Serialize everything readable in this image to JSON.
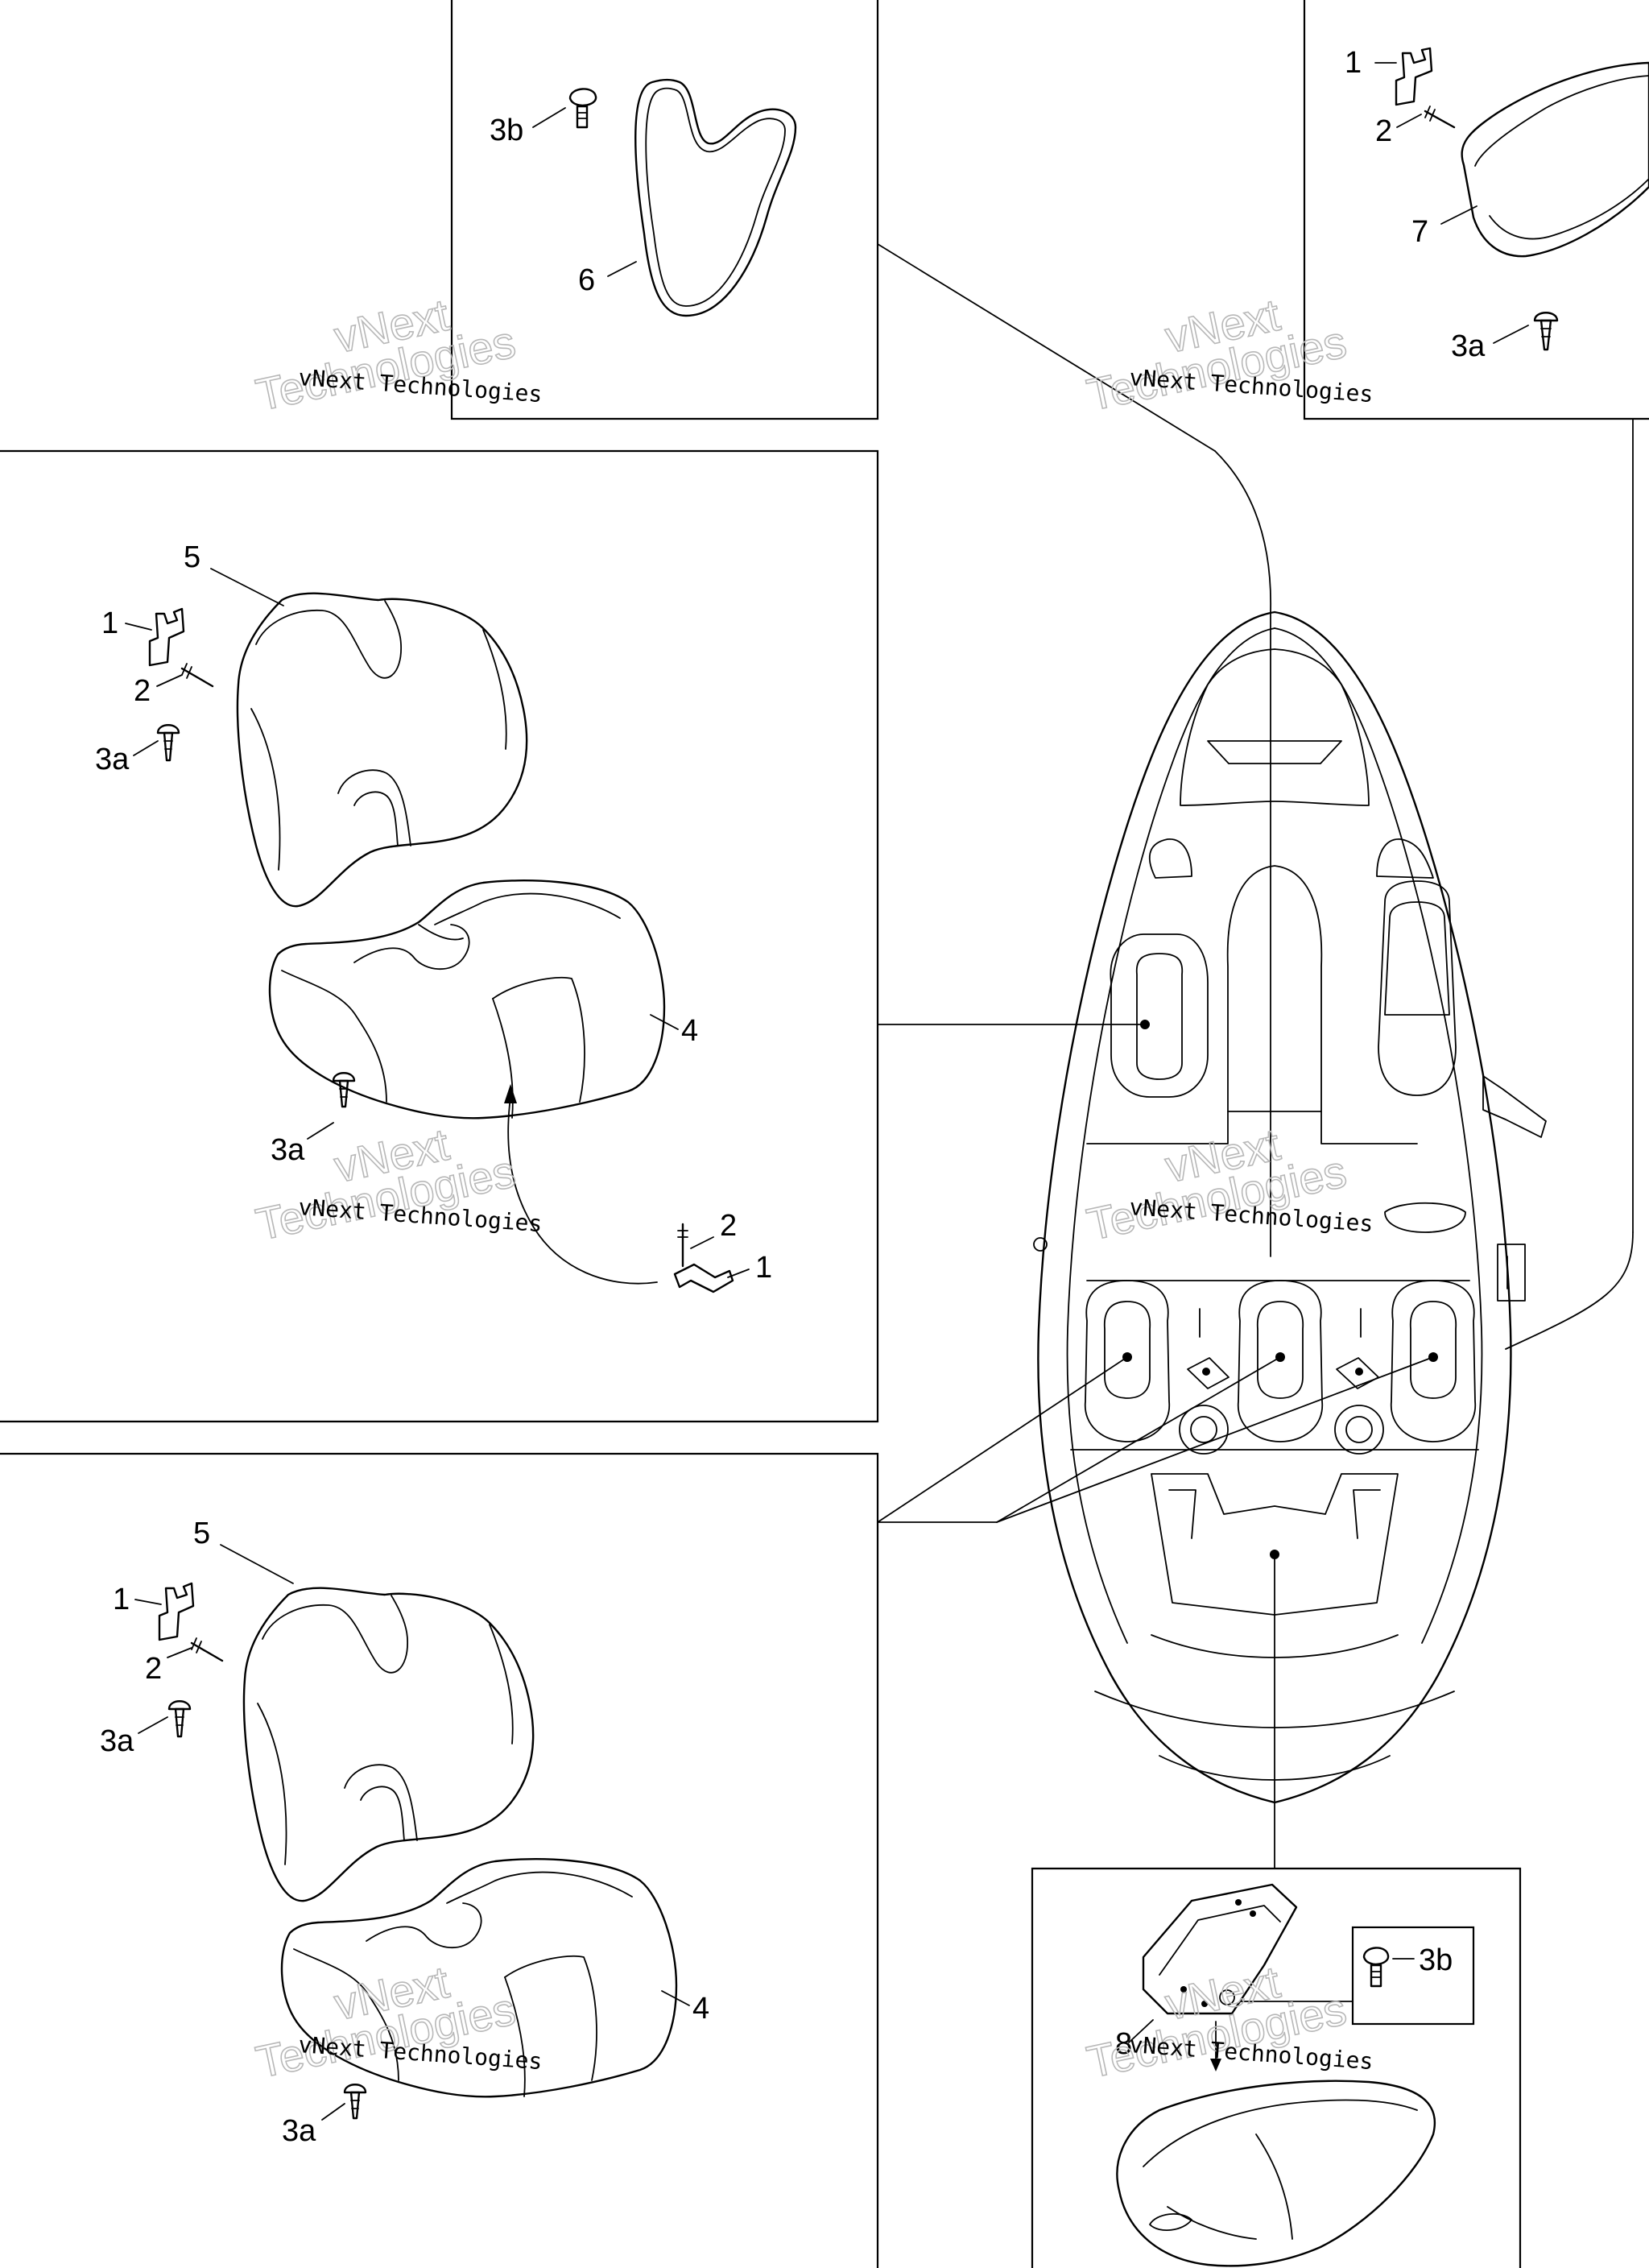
{
  "watermark": {
    "line1": "vNext Technologies",
    "line2_top": "vNext",
    "line2_bottom": "Technologies"
  },
  "callouts": {
    "p1": "1",
    "p2": "2",
    "p3a": "3a",
    "p3b": "3b",
    "p4": "4",
    "p5": "5",
    "p6": "6",
    "p7": "7",
    "p8": "8"
  }
}
